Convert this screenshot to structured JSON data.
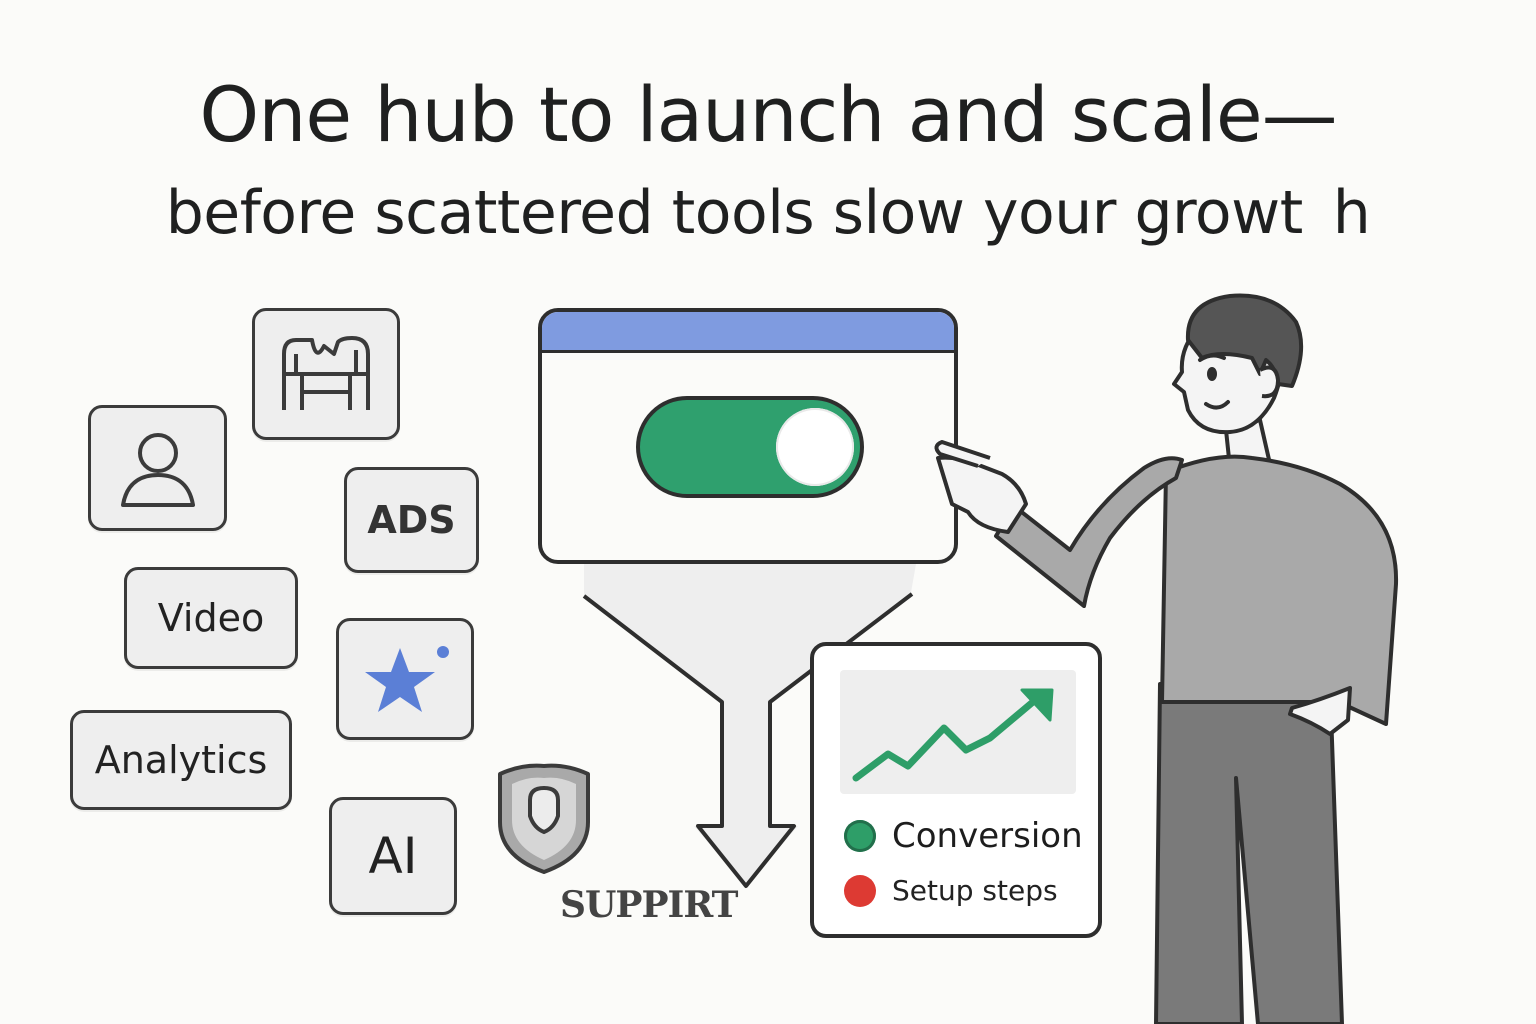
{
  "headline": {
    "line1": "One hub to launch and scale—",
    "line2": "before scattered tools slow your growt  h"
  },
  "tools": [
    {
      "name": "user-profile",
      "icon": "user-icon",
      "label": ""
    },
    {
      "name": "storefront",
      "icon": "store-icon",
      "label": ""
    },
    {
      "name": "ads",
      "icon": "",
      "label": "ADS"
    },
    {
      "name": "video",
      "icon": "",
      "label": "Video"
    },
    {
      "name": "reviews",
      "icon": "star-icon",
      "label": ""
    },
    {
      "name": "analytics",
      "icon": "",
      "label": "Analytics"
    },
    {
      "name": "ai",
      "icon": "",
      "label": "AI"
    },
    {
      "name": "support",
      "icon": "shield-icon",
      "label": "SUPPIRT"
    }
  ],
  "hub": {
    "toggle_state": "on",
    "titlebar_color": "#7f9be0",
    "toggle_color": "#2fa06e"
  },
  "result_card": {
    "trend_icon": "trend-up-arrow-icon",
    "legend": [
      {
        "label": "Conversion",
        "color": "#2e9e68"
      },
      {
        "label": "Setup steps",
        "color": "#dd3a33"
      }
    ]
  },
  "colors": {
    "background": "#fbfbf9",
    "outline": "#2e2e2e",
    "tile_fill": "#eeeeee",
    "star": "#5b7fd6",
    "person_shirt": "#a9a9a9",
    "person_pants": "#7a7a7a"
  }
}
